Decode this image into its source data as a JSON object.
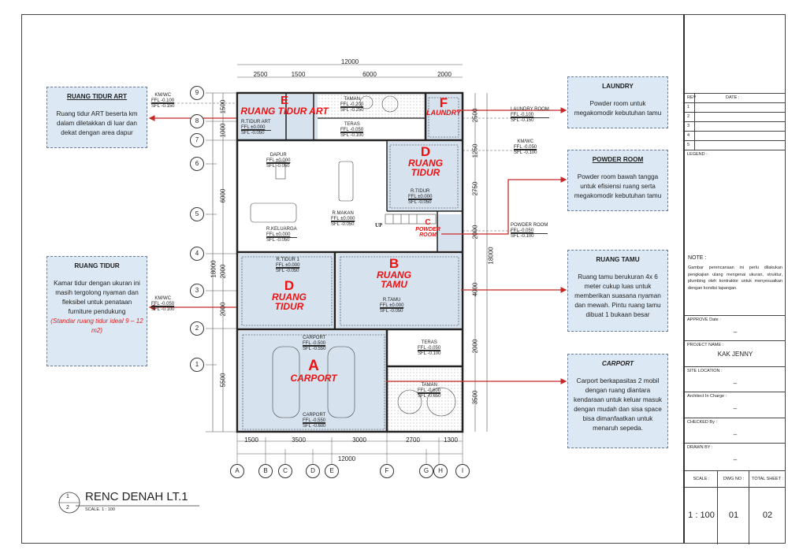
{
  "title_block": {
    "rev_header": "REV",
    "date_header": "DATE :",
    "revs": [
      "1",
      "2",
      "3",
      "4",
      "5"
    ],
    "legend_label": "LEGEND :",
    "note_label": "NOTE :",
    "note_text": "Gambar perencanaan ini perlu dilakukan pengkajian ulang mengenai ukuran, struktur, plumbing oleh kontraktor untuk menyesuaikan dengan kondisi lapangan.",
    "approve_label": "APPROVE Date :",
    "approve_value": "–",
    "project_label": "PROJECT NAME :",
    "project_value": "KAK JENNY",
    "site_label": "SITE LOCATION :",
    "site_value": "–",
    "architect_label": "Architect In Charge :",
    "architect_value": "–",
    "checked_label": "CHECKED By :",
    "checked_value": "–",
    "drawn_label": "DRAWN BY :",
    "drawn_value": "–",
    "scale_label": "SCALE :",
    "scale_value": "1 : 100",
    "dwg_label": "DWG NO :",
    "dwg_value": "01",
    "total_label": "TOTAL SHEET :",
    "total_value": "02"
  },
  "drawing_title": {
    "num_top": "1",
    "num_bottom": "2",
    "title": "RENC DENAH LT.1",
    "scale": "SCALE.   1 : 100"
  },
  "annotations": {
    "art": {
      "title": "RUANG TIDUR ART",
      "text": "Ruang tidur ART beserta km dalam diletakkan di luar dan dekat dengan area dapur"
    },
    "tidur": {
      "title": "RUANG TIDUR",
      "text": "Kamar tidur dengan ukuran ini masih tergolong nyaman dan fleksibel untuk penataan furniture pendukung",
      "note": "(Standar ruang tidur ideal 9 – 12 m2)"
    },
    "laundry": {
      "title": "LAUNDRY",
      "text": "Powder room untuk megakomodir kebutuhan tamu"
    },
    "powder": {
      "title": "POWDER ROOM",
      "text": "Powder room bawah tangga untuk efisiensi ruang serta megakomodir kebutuhan tamu"
    },
    "tamu": {
      "title": "RUANG TAMU",
      "text": "Ruang tamu berukuran 4x 6 meter cukup luas untuk memberikan suasana nyaman dan mewah. Pintu ruang tamu dibuat 1 bukaan besar"
    },
    "carport": {
      "title": "CARPORT",
      "text": "Carport berkapasitas 2 mobil dengan ruang diantara kendaraan untuk keluar masuk dengan mudah dan sisa space bisa dimanfaatkan untuk menaruh sepeda."
    }
  },
  "rooms": {
    "art": {
      "letter": "E",
      "name": "RUANG TIDUR ART"
    },
    "laundry": {
      "letter": "F",
      "name": "LAUNDRY"
    },
    "tidur_top": {
      "letter": "D",
      "name": "RUANG TIDUR"
    },
    "powder": {
      "letter": "C",
      "name": "POWDER ROOM"
    },
    "tidur_left": {
      "letter": "D",
      "name": "RUANG TIDUR"
    },
    "tamu": {
      "letter": "B",
      "name": "RUANG TAMU"
    },
    "carport": {
      "letter": "A",
      "name": "CARPORT"
    }
  },
  "levels": {
    "r_tidur_art": {
      "name": "R.TIDUR ART",
      "ffl": "FFL ±0.000",
      "sfl": "SFL -0.050"
    },
    "taman_top": {
      "name": "TAMAN",
      "ffl": "FFL -0.200",
      "sfl": "SFL -0.250"
    },
    "teras_top": {
      "name": "TERAS",
      "ffl": "FFL -0.050",
      "sfl": "SFL -0.100"
    },
    "laundry": {
      "name": "LAUNDRY ROOM",
      "ffl": "FFL -0.100",
      "sfl": "SFL -0.150"
    },
    "kmwc_right": {
      "name": "KM/WC",
      "ffl": "FFL -0.050",
      "sfl": "SFL -0.100"
    },
    "kmwc_left_top": {
      "name": "KM/WC",
      "ffl": "FFL -0.100",
      "sfl": "SFL -0.150"
    },
    "dapur": {
      "name": "DAPUR",
      "ffl": "FFL ±0.000",
      "sfl": "SFL -0.050"
    },
    "r_tidur_top": {
      "name": "R.TIDUR",
      "ffl": "FFL ±0.000",
      "sfl": "SFL -0.050"
    },
    "r_makan": {
      "name": "R.MAKAN",
      "ffl": "FFL ±0.000",
      "sfl": "SFL -0.050"
    },
    "r_keluarga": {
      "name": "R.KELUARGA",
      "ffl": "FFL ±0.000",
      "sfl": "SFL -0.050"
    },
    "powder": {
      "name": "POWDER ROOM",
      "ffl": "FFL -0.050",
      "sfl": "SFL -0.100"
    },
    "r_tidur_1": {
      "name": "R.TIDUR 1",
      "ffl": "FFL ±0.000",
      "sfl": "SFL -0.050"
    },
    "kmwc_left": {
      "name": "KM/WC",
      "ffl": "FFL -0.050",
      "sfl": "SFL -0.100"
    },
    "r_tamu": {
      "name": "R.TAMU",
      "ffl": "FFL ±0.000",
      "sfl": "SFL -0.050"
    },
    "carport_top": {
      "name": "CARPORT",
      "ffl": "FFL -0.500",
      "sfl": "SFL -0.550"
    },
    "teras_bottom": {
      "name": "TERAS",
      "ffl": "FFL -0.050",
      "sfl": "SFL -0.100"
    },
    "taman_bottom": {
      "name": "TAMAN",
      "ffl": "FFL -0.600",
      "sfl": "SFL -0.650"
    },
    "carport_bottom": {
      "name": "CARPORT",
      "ffl": "FFL -0.550",
      "sfl": "SFL -0.600"
    }
  },
  "stair_up": "UP",
  "dims": {
    "total_w": "12000",
    "top": [
      "2500",
      "1500",
      "6000",
      "2000"
    ],
    "bottom": [
      "1500",
      "3500",
      "3000",
      "2700",
      "1300"
    ],
    "total_h": "18000",
    "left": [
      "1500",
      "1000",
      "6000",
      "2000",
      "2000",
      "5500"
    ],
    "right": [
      "2500",
      "1250",
      "2750",
      "2000",
      "4000",
      "2000",
      "3500"
    ]
  },
  "grid": {
    "cols": [
      "A",
      "B",
      "C",
      "D",
      "E",
      "F",
      "G",
      "H",
      "I"
    ],
    "rows": [
      "9",
      "8",
      "7",
      "6",
      "5",
      "4",
      "3",
      "2",
      "1"
    ]
  },
  "colors": {
    "room_fill": "#d6e2ee",
    "annotation_fill": "#dce8f4",
    "accent_red": "#e01b1b"
  }
}
